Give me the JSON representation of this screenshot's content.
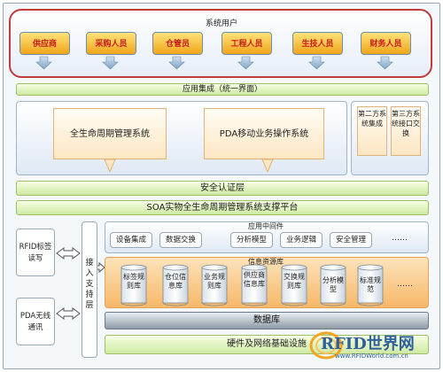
{
  "system_users": {
    "title": "系统用户",
    "roles": [
      "供应商",
      "采购人员",
      "仓管员",
      "工程人员",
      "生技人员",
      "财务人员"
    ]
  },
  "app_integration": "应用集成（统一界面）",
  "apps": {
    "lifecycle": "全生命周期管理系统",
    "pda": "PDA移动业务操作系统",
    "third_party_integration": "第二方系统集成",
    "third_party_monitor": "第三方系统接口交换"
  },
  "security_layer": "安全认证层",
  "soa_platform": "SOA实物全生命周期管理系统支撑平台",
  "middleware": {
    "title": "应用中间件",
    "items": [
      "设备集成",
      "数据交换",
      "分析模型",
      "业务逻辑",
      "安全管理"
    ],
    "more": "……"
  },
  "info_resources": {
    "title": "信息资源库",
    "libs": [
      "标签规则库",
      "仓位信息库",
      "业务规则库",
      "供应商信息库",
      "交换规则库",
      "分析模型",
      "标准规范"
    ],
    "more": "……"
  },
  "database": "数据库",
  "infrastructure": "硬件及网络基础设施",
  "access_layer": "接入支持层",
  "devices": {
    "rfid_reader": "RFID标签读写",
    "pda_wireless": "PDA无线通讯"
  },
  "watermark": {
    "brand": "RFID世界网",
    "url": "www.RFIDWorld.com.cn"
  }
}
